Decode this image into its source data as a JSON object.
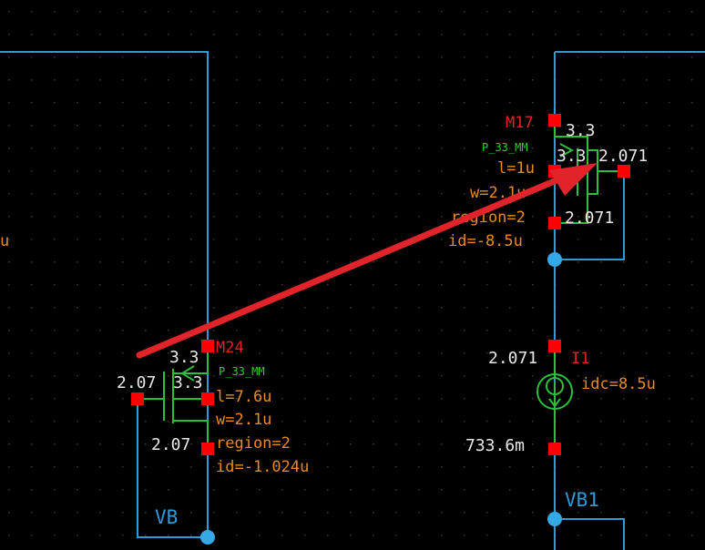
{
  "colors": {
    "background": "#000000",
    "wire": "#2f9bd6",
    "device": "#2bbf3c",
    "pin": "#ff0000",
    "instance": "#e8201f",
    "param": "#e88a1e",
    "voltage": "#e8e8e8",
    "model": "#2bd22b",
    "arrow": "#e0242a"
  },
  "m17": {
    "name": "M17",
    "model": "P_33_MM",
    "v_source": "3.3",
    "v_gate": "3.3",
    "v_drain": "2.071",
    "v_bulk": "2.071",
    "l": "l=1u",
    "w": "w=2.1u",
    "region": "region=2",
    "id": "id=-8.5u"
  },
  "m24": {
    "name": "M24",
    "model": "P_33_MM",
    "v_source": "3.3",
    "v_gate": "2.07",
    "v_bulk": "3.3",
    "v_drain": "2.07",
    "l": "l=7.6u",
    "w": "w=2.1u",
    "region": "region=2",
    "id": "id=-1.024u"
  },
  "i1": {
    "name": "I1",
    "value": "idc=8.5u",
    "v_top": "2.071",
    "v_bottom": "733.6m"
  },
  "nets": {
    "vb": "VB",
    "vb1": "VB1",
    "left_edge_fragment": "u"
  }
}
